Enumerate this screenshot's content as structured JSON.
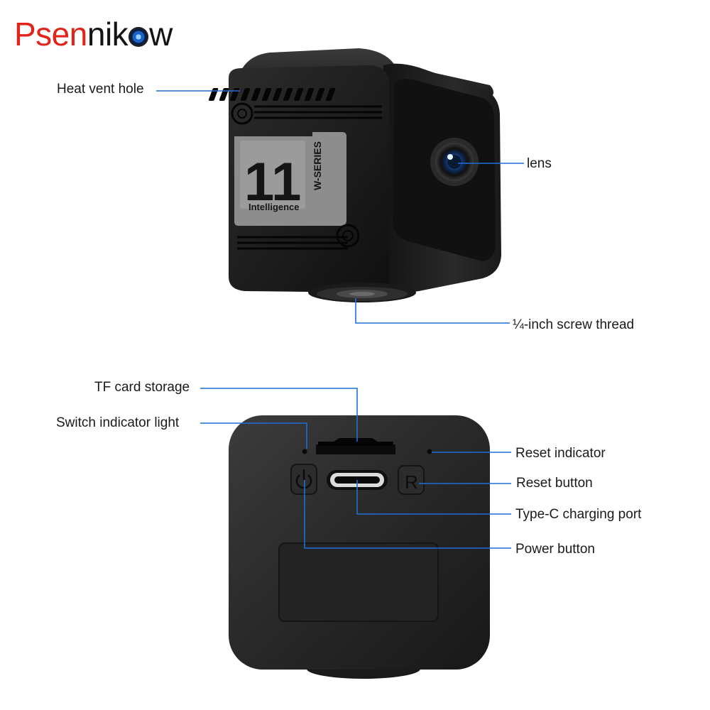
{
  "brand": {
    "logo_red": "Psen",
    "logo_dark_1": "nik",
    "logo_dark_2": "w"
  },
  "device": {
    "badge_number": "11",
    "badge_series": "W-SERIES",
    "badge_word": "Intelligence",
    "reset_key_letter": "R"
  },
  "labels": {
    "heat_vent": "Heat vent hole",
    "lens": "lens",
    "screw_thread": "¼-inch screw thread",
    "tf_card": "TF card storage",
    "switch_light": "Switch indicator light",
    "reset_indicator": "Reset indicator",
    "reset_button": "Reset button",
    "type_c": "Type-C charging port",
    "power_button": "Power button"
  },
  "colors": {
    "callout_line": "#1e6fd6",
    "body": "#1b1b1b",
    "brand_red": "#e2231a"
  },
  "icons": {
    "power": "power-icon",
    "lens": "lens-icon"
  }
}
